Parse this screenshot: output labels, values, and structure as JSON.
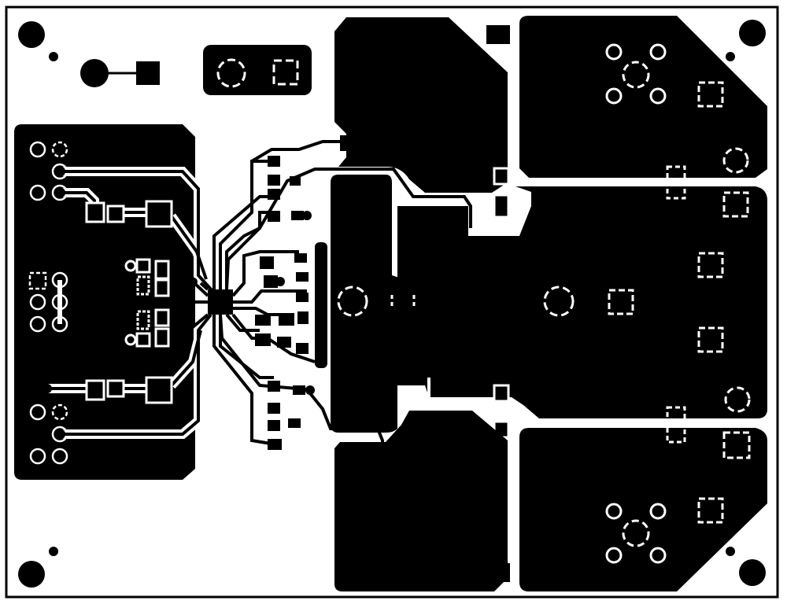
{
  "layer": {
    "copper_color": "#000000",
    "substrate_color": "#ffffff",
    "outline_color": "#000000"
  },
  "features": {
    "mounting_holes": 4,
    "fiducials": 4,
    "ic_package": "QFN",
    "copper_pours": 7
  }
}
